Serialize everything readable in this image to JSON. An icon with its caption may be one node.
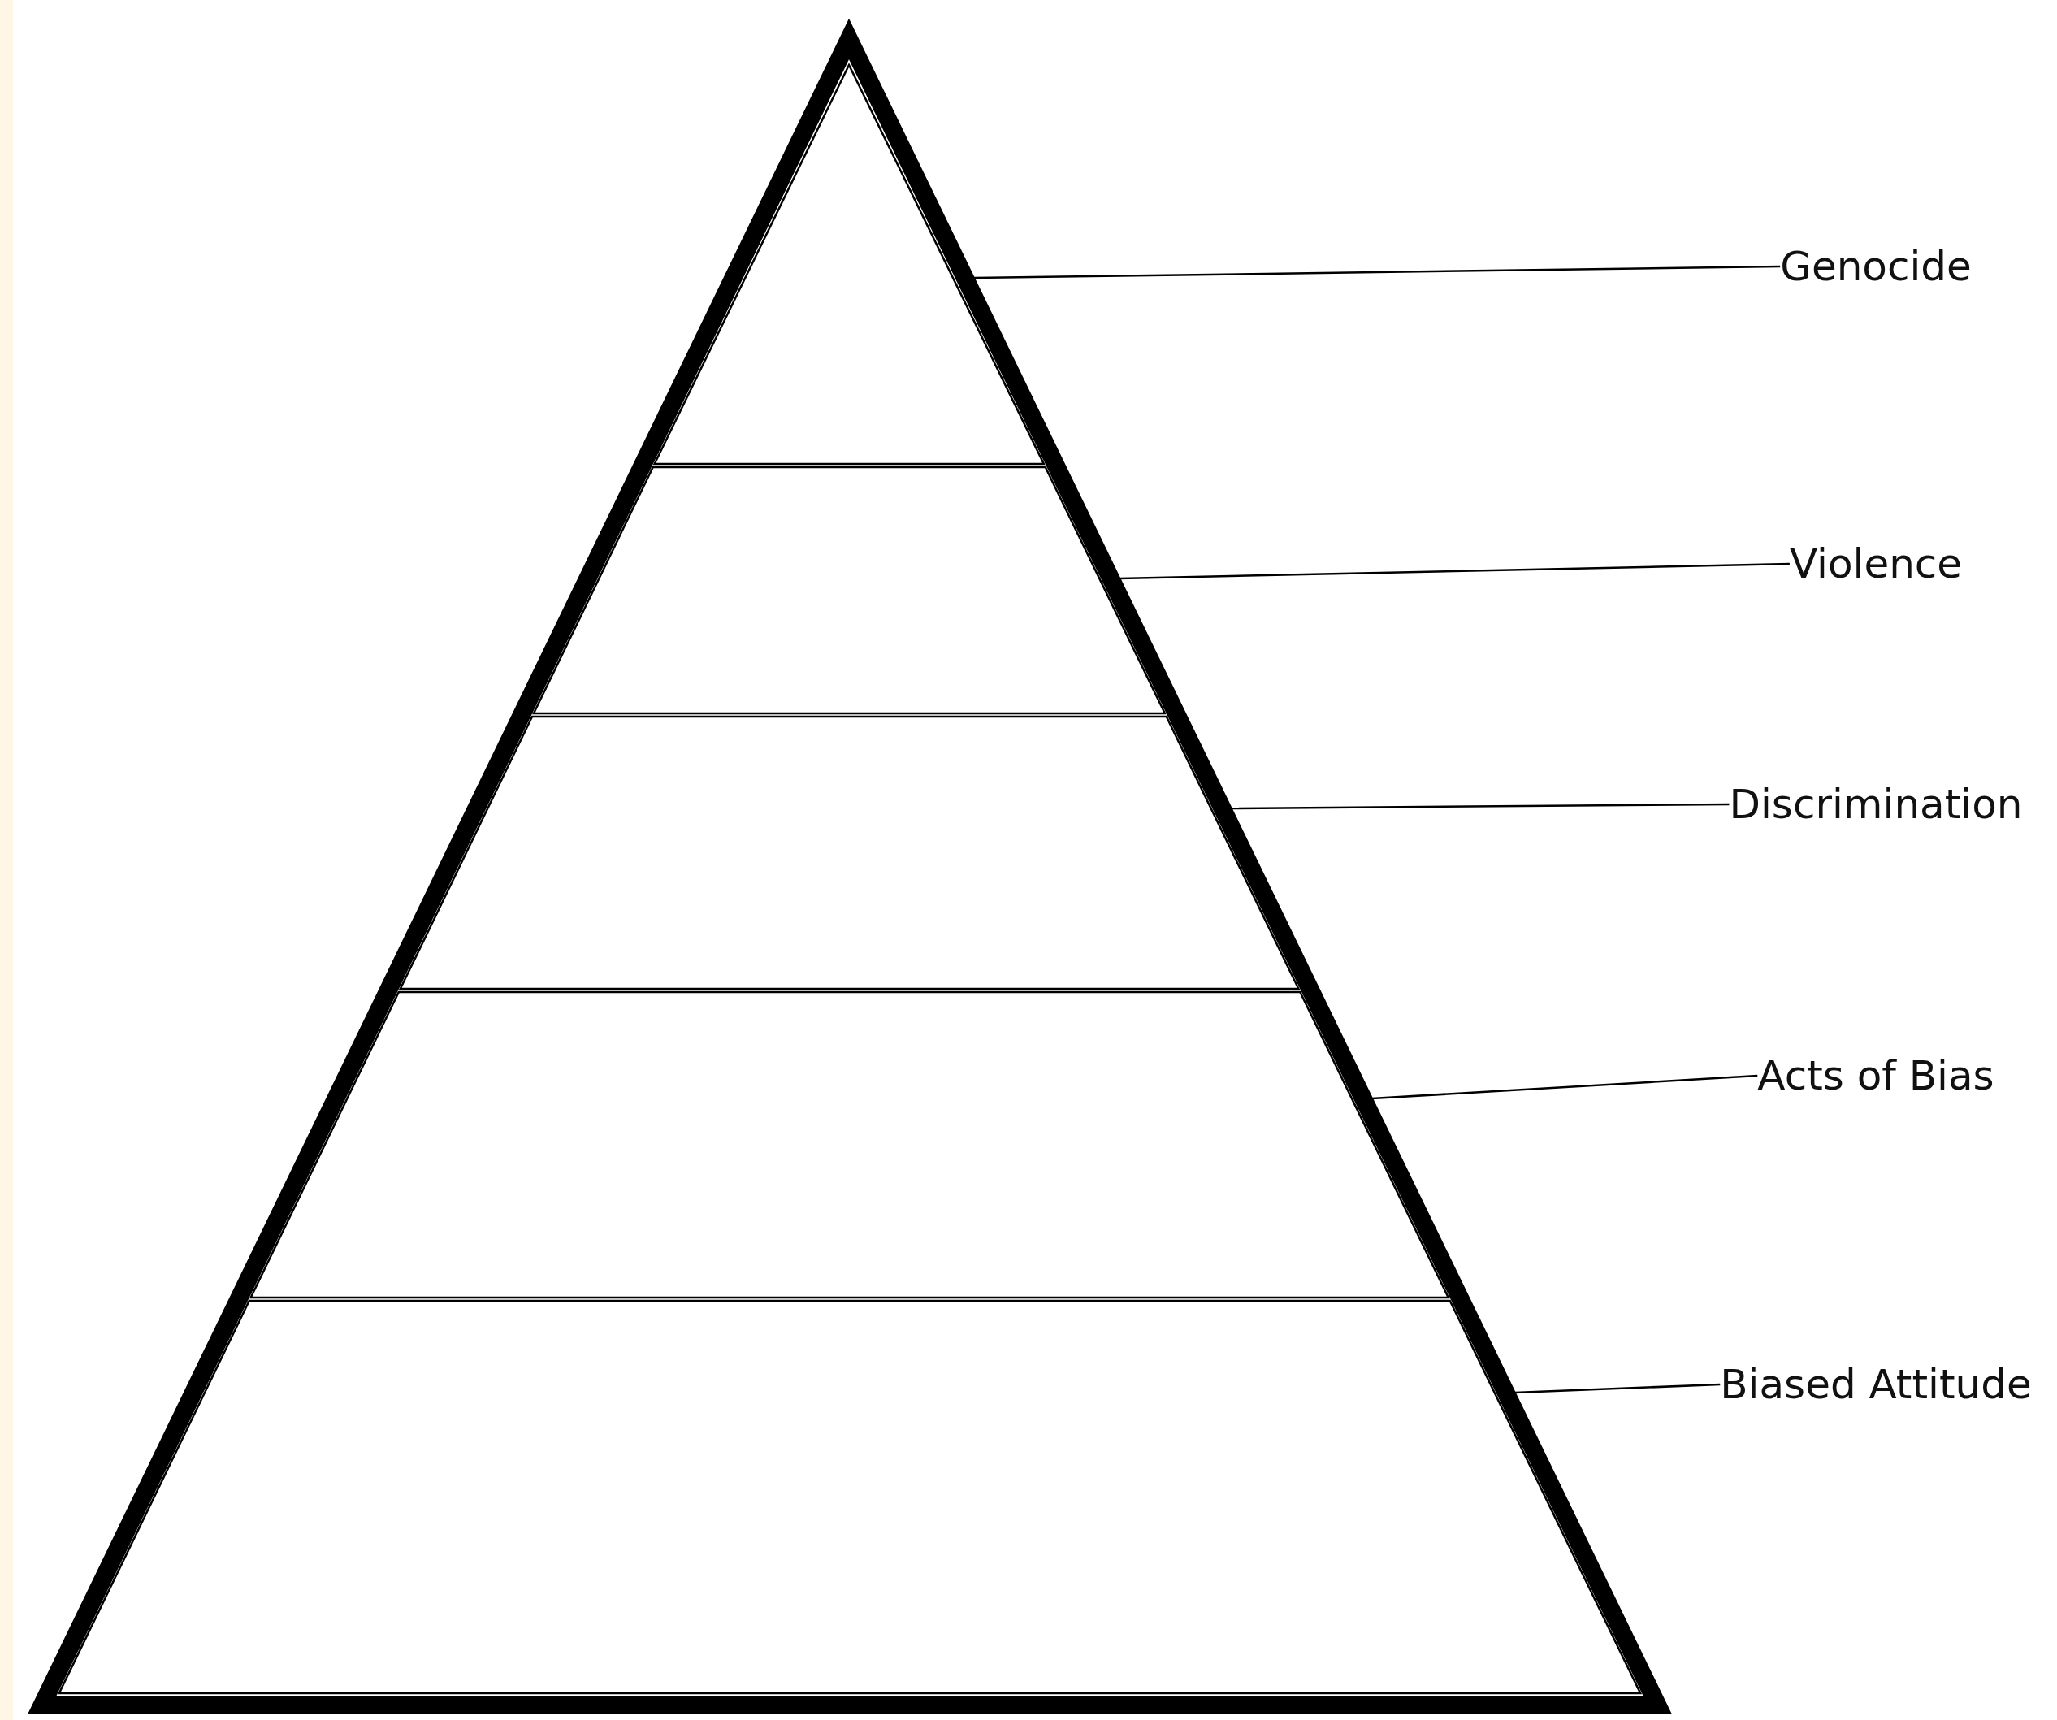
{
  "diagram": {
    "nodes": [
      {
        "text": [],
        "shape": "triangle"
      },
      {
        "text": [],
        "shape": "trapezoid"
      },
      {
        "text": [],
        "shape": "trapezoid"
      },
      {
        "text": [],
        "shape": "trapezoid"
      },
      {
        "text": [],
        "shape": "trapezoid"
      },
      {
        "text": [
          "Genocide"
        ]
      },
      {
        "text": [
          "Violence"
        ]
      },
      {
        "text": [
          "Discrimination"
        ]
      },
      {
        "text": [
          "Acts of Bias"
        ]
      },
      {
        "text": [
          "Biased Attitude"
        ]
      }
    ],
    "edges": [
      {
        "from": 5,
        "to": 0,
        "arrow": "none"
      },
      {
        "from": 6,
        "to": 1,
        "arrow": "none"
      },
      {
        "from": 7,
        "to": 2,
        "arrow": "none"
      },
      {
        "from": 8,
        "to": 3,
        "arrow": "none"
      },
      {
        "from": 9,
        "to": 4,
        "arrow": "none"
      }
    ]
  }
}
